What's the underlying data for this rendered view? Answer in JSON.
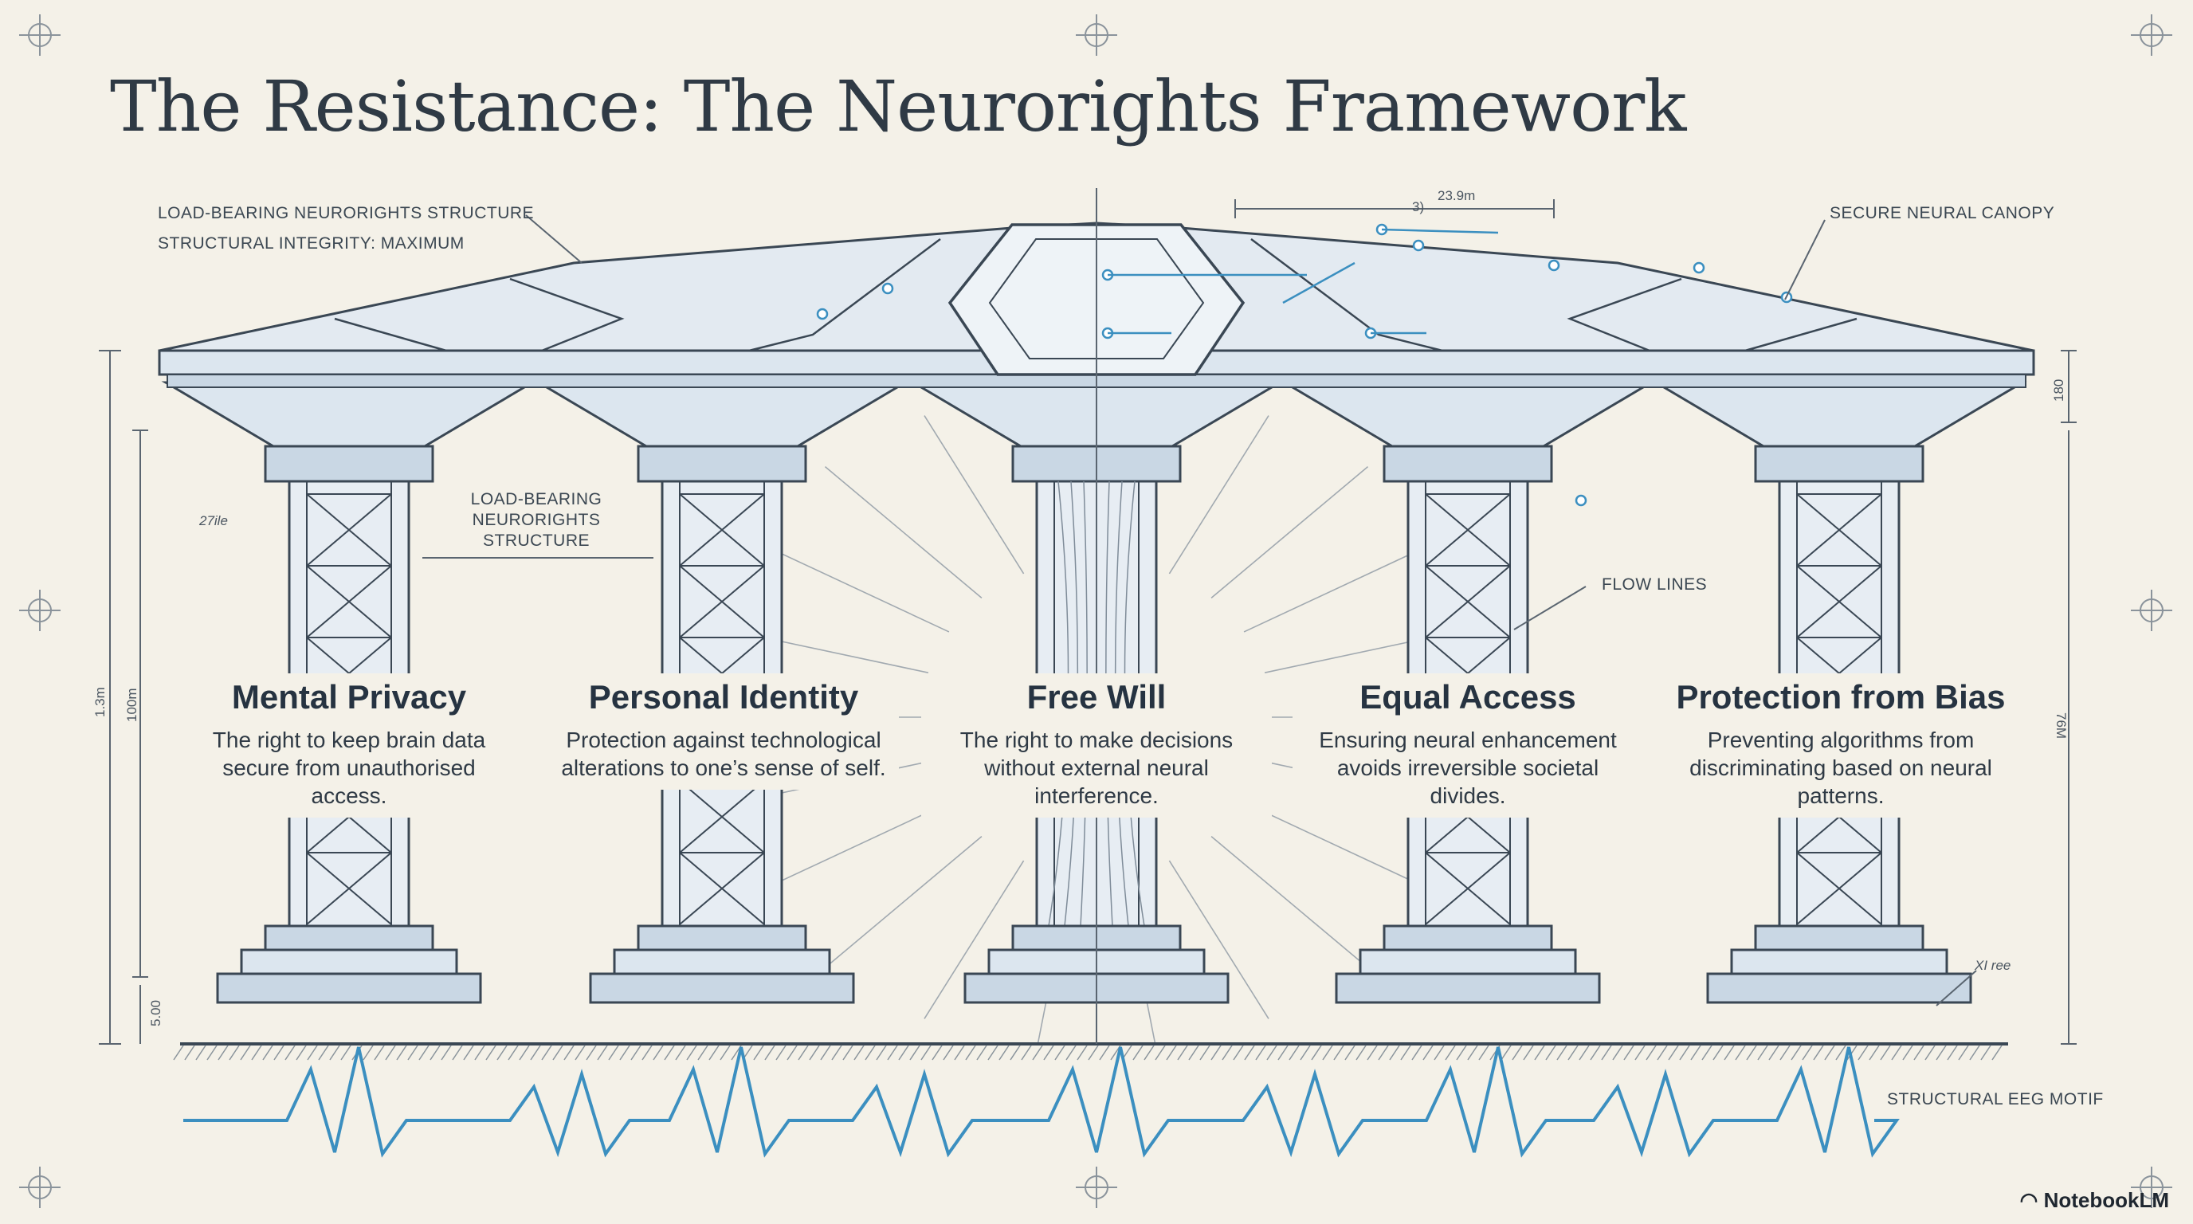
{
  "title": "The Resistance: The Neurorights Framework",
  "callouts": {
    "structure_line1": "LOAD-BEARING NEURORIGHTS STRUCTURE",
    "structure_line2": "STRUCTURAL INTEGRITY: MAXIMUM",
    "canopy": "SECURE NEURAL CANOPY",
    "middle_structure": "LOAD-BEARING NEURORIGHTS STRUCTURE",
    "flow_lines": "FLOW LINES",
    "eeg": "STRUCTURAL EEG MOTIF"
  },
  "dimensions": {
    "top_span": "23.9m",
    "top_sub": "3)",
    "left_col": "27ile",
    "left_height_a": "1.3m",
    "left_height_b": "100m",
    "left_base": "5.00",
    "right_top": "180",
    "right_mid": "76M",
    "right_base": "XI ree"
  },
  "pillars": [
    {
      "title": "Mental Privacy",
      "desc": "The right to keep brain data secure from unauthorised access."
    },
    {
      "title": "Personal Identity",
      "desc": "Protection against technological alterations to one’s sense of self."
    },
    {
      "title": "Free Will",
      "desc": "The right to make decisions without external neural interference."
    },
    {
      "title": "Equal Access",
      "desc": "Ensuring neural enhancement avoids irreversible societal divides."
    },
    {
      "title": "Protection from Bias",
      "desc": "Preventing algorithms from discriminating based on neural patterns."
    }
  ],
  "brand": "NotebookLM",
  "colors": {
    "background": "#f4f1e8",
    "ink": "#3a4754",
    "accent": "#3b8fc0",
    "fill": "#dce6ef"
  }
}
